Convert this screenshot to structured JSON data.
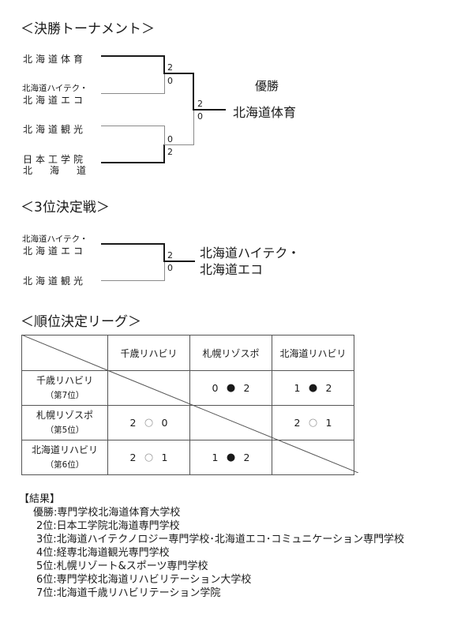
{
  "final": {
    "heading": "＜決勝トーナメント＞",
    "teams": [
      "北海道体育",
      "北海道ハイテク・",
      "北海道エコ",
      "北海道観光",
      "日本工学院",
      "北海道"
    ],
    "scores": {
      "semi1_top": "2",
      "semi1_bottom": "0",
      "semi2_top": "0",
      "semi2_bottom": "2",
      "final_top": "2",
      "final_bottom": "0"
    },
    "champion_label": "優勝",
    "champion_name": "北海道体育"
  },
  "third": {
    "heading": "＜3位決定戦＞",
    "teams": [
      "北海道ハイテク・",
      "北海道エコ",
      "北海道観光"
    ],
    "score_top": "2",
    "score_bottom": "0",
    "winner_line1": "北海道ハイテク・",
    "winner_line2": "北海道エコ"
  },
  "league": {
    "heading": "＜順位決定リーグ＞",
    "columns": [
      "千歳リハビリ",
      "札幌リゾスポ",
      "北海道リハビリ"
    ],
    "rows": [
      {
        "name": "千歳リハビリ",
        "rank": "（第7位）"
      },
      {
        "name": "札幌リゾスポ",
        "rank": "（第5位）"
      },
      {
        "name": "北海道リハビリ",
        "rank": "（第6位）"
      }
    ],
    "results": {
      "r0c1": {
        "a": "0",
        "mark": "●",
        "b": "2"
      },
      "r0c2": {
        "a": "1",
        "mark": "●",
        "b": "2"
      },
      "r1c0": {
        "a": "2",
        "mark": "○",
        "b": "0"
      },
      "r1c2": {
        "a": "2",
        "mark": "○",
        "b": "1"
      },
      "r2c0": {
        "a": "2",
        "mark": "○",
        "b": "1"
      },
      "r2c1": {
        "a": "1",
        "mark": "●",
        "b": "2"
      }
    }
  },
  "results": {
    "heading": "【結果】",
    "lines": [
      "優勝:専門学校北海道体育大学校",
      "2位:日本工学院北海道専門学校",
      "3位:北海道ハイテクノロジー専門学校･北海道エコ･コミュニケーション専門学校",
      "4位:経専北海道観光専門学校",
      "5位:札幌リゾート&スポーツ専門学校",
      "6位:専門学校北海道リハビリテーション大学校",
      "7位:北海道千歳リハビリテーション学院"
    ]
  }
}
